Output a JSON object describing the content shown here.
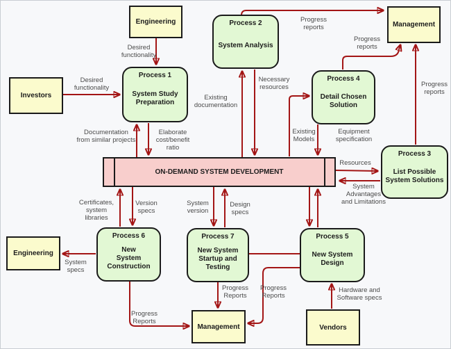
{
  "bar": {
    "title": "ON-DEMAND SYSTEM DEVELOPMENT"
  },
  "entities": {
    "engineering_top": "Engineering",
    "investors": "Investors",
    "management_top": "Management",
    "engineering_bottom": "Engineering",
    "management_bottom": "Management",
    "vendors": "Vendors"
  },
  "processes": {
    "p1": {
      "title": "Process 1",
      "name": "System Study\nPreparation"
    },
    "p2": {
      "title": "Process 2",
      "name": "System Analysis"
    },
    "p3": {
      "title": "Process 3",
      "name": "List Possible\nSystem Solutions"
    },
    "p4": {
      "title": "Process 4",
      "name": "Detail Chosen\nSolution"
    },
    "p5": {
      "title": "Process 5",
      "name": "New System\nDesign"
    },
    "p6": {
      "title": "Process 6",
      "name": "New\nSystem\nConstruction"
    },
    "p7": {
      "title": "Process 7",
      "name": "New System\nStartup and\nTesting"
    }
  },
  "flow_labels": {
    "desired_functionality_engineering": "Desired\nfunctionality",
    "desired_functionality_investors": "Desired\nfunctionality",
    "documentation_from_similar": "Documentation\nfrom similar projects",
    "elaborate_cost_benefit": "Elaborate\ncost/benefit\nratio",
    "existing_documentation": "Existing\ndocumentation",
    "necessary_resources": "Necessary\nresources",
    "progress_reports_p2": "Progress\nreports",
    "progress_reports_p4": "Progress\nreports",
    "progress_reports_p3": "Progress\nreports",
    "existing_models": "Existing\nModels",
    "equipment_specification": "Equipment\nspecification",
    "resources": "Resources",
    "system_advantages": "System\nAdvantages\nand Limitations",
    "certificates_libraries": "Certificates,\nsystem\nlibraries",
    "version_specs": "Version\nspecs",
    "system_version": "System\nversion",
    "design_specs": "Design\nspecs",
    "system_specs": "System\nspecs",
    "progress_reports_p6": "Progress\nReports",
    "progress_reports_p7": "Progress\nReports",
    "progress_reports_p5": "Progress\nReports",
    "hardware_software_specs": "Hardware and\nSoftware specs"
  },
  "colors": {
    "entity_fill": "#FBFBCD",
    "process_fill": "#E2F8D4",
    "bar_fill": "#F8CECC",
    "arrow": "#A31515",
    "node_border": "#1A1A1A",
    "background": "#F7F8FA"
  }
}
